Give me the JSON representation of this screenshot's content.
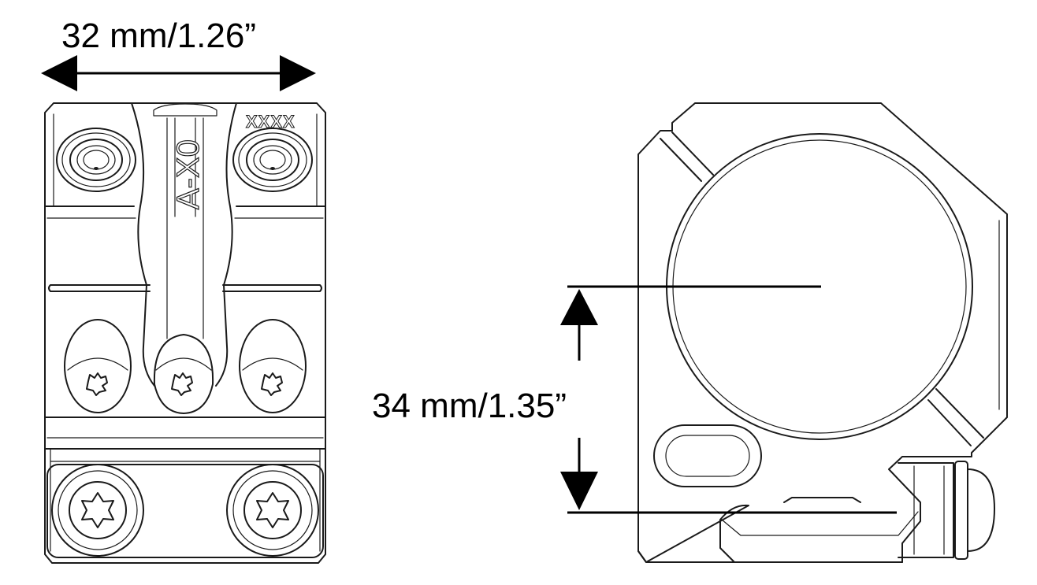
{
  "dimensions": {
    "width_label": "32 mm/1.26”",
    "height_label": "34 mm/1.35”"
  },
  "front_view": {
    "top_marking": "XXXX",
    "logo_text": "A-X0"
  }
}
